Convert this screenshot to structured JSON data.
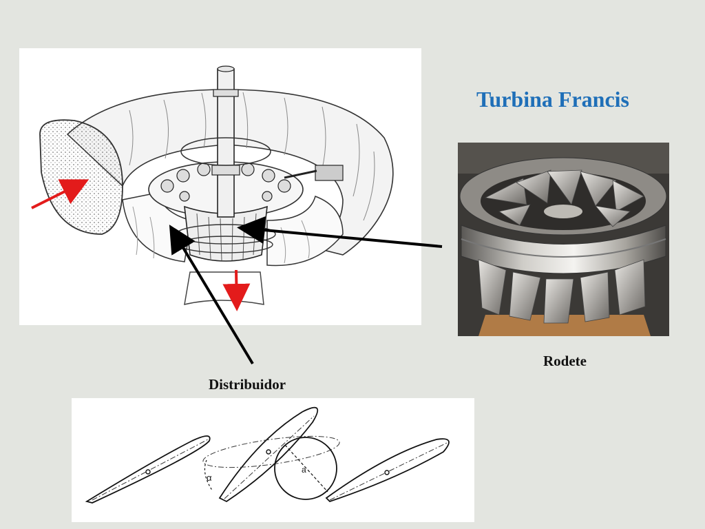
{
  "slide": {
    "title": "Turbina Francis",
    "labels": {
      "rodete": "Rodete",
      "distribuidor": "Distribuidor"
    }
  },
  "profile_diagram": {
    "alpha_symbol": "α",
    "a_symbol": "a"
  },
  "colors": {
    "title": "#1f6fb8",
    "flow_arrow": "#e31b1b",
    "pointer_arrow": "#000000",
    "background": "#e3e5e0"
  },
  "icons": {
    "flow_arrows": "red-arrow-icon",
    "pointer_arrows": "black-arrow-icon"
  }
}
